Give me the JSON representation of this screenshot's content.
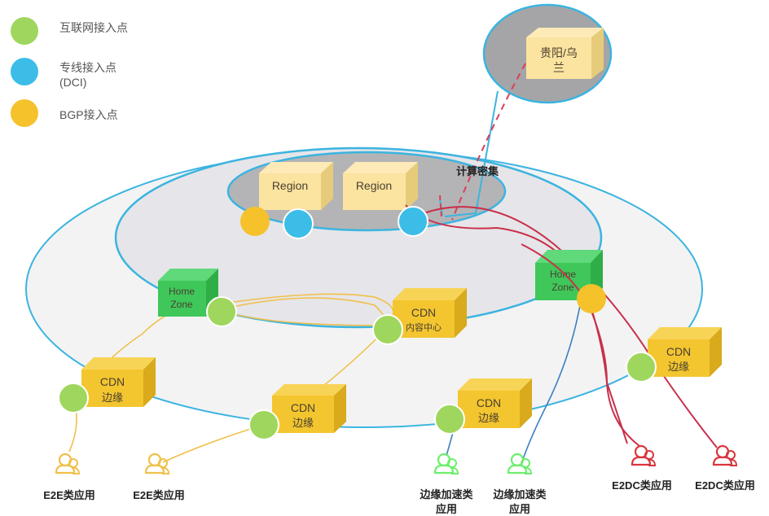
{
  "legend": [
    {
      "label": "互联网接入点",
      "color": "#9fd65e"
    },
    {
      "label": "专线接入点",
      "sublabel": "(DCI)",
      "color": "#3bbde8"
    },
    {
      "label": "BGP接入点",
      "color": "#f5c22b"
    }
  ],
  "colors": {
    "internet": "#9fd65e",
    "dci": "#3bbde8",
    "bgp": "#f5c22b",
    "cdn_box": "#f3c52f",
    "region_box": "#fbe3a0",
    "home_zone_box": "#3fc75a",
    "e2e_user": "#f0c04a",
    "edge_user": "#6bef6b",
    "e2dc_user": "#d9363e",
    "link_red": "#c8304a",
    "ring_blue": "#3bb4e0"
  },
  "nodes": {
    "remote_dc": {
      "line1": "贵阳/乌",
      "line2": "兰"
    },
    "region_1": {
      "label": "Region"
    },
    "region_2": {
      "label": "Region"
    },
    "compute_label": "计算密集",
    "home_zone_1": {
      "line1": "Home",
      "line2": "Zone"
    },
    "home_zone_2": {
      "line1": "Home",
      "line2": "Zone"
    },
    "cdn_center": {
      "line1": "CDN",
      "line2": "内容中心"
    },
    "cdn_edge_1": {
      "line1": "CDN",
      "line2": "边缘"
    },
    "cdn_edge_2": {
      "line1": "CDN",
      "line2": "边缘"
    },
    "cdn_edge_3": {
      "line1": "CDN",
      "line2": "边缘"
    },
    "cdn_edge_4": {
      "line1": "CDN",
      "line2": "边缘"
    }
  },
  "apps": [
    {
      "label": "E2E类应用",
      "type": "e2e"
    },
    {
      "label": "E2E类应用",
      "type": "e2e"
    },
    {
      "label": "边缘加速类",
      "label2": "应用",
      "type": "edge"
    },
    {
      "label": "边缘加速类",
      "label2": "应用",
      "type": "edge"
    },
    {
      "label": "E2DC类应用",
      "type": "e2dc"
    },
    {
      "label": "E2DC类应用",
      "type": "e2dc"
    }
  ]
}
